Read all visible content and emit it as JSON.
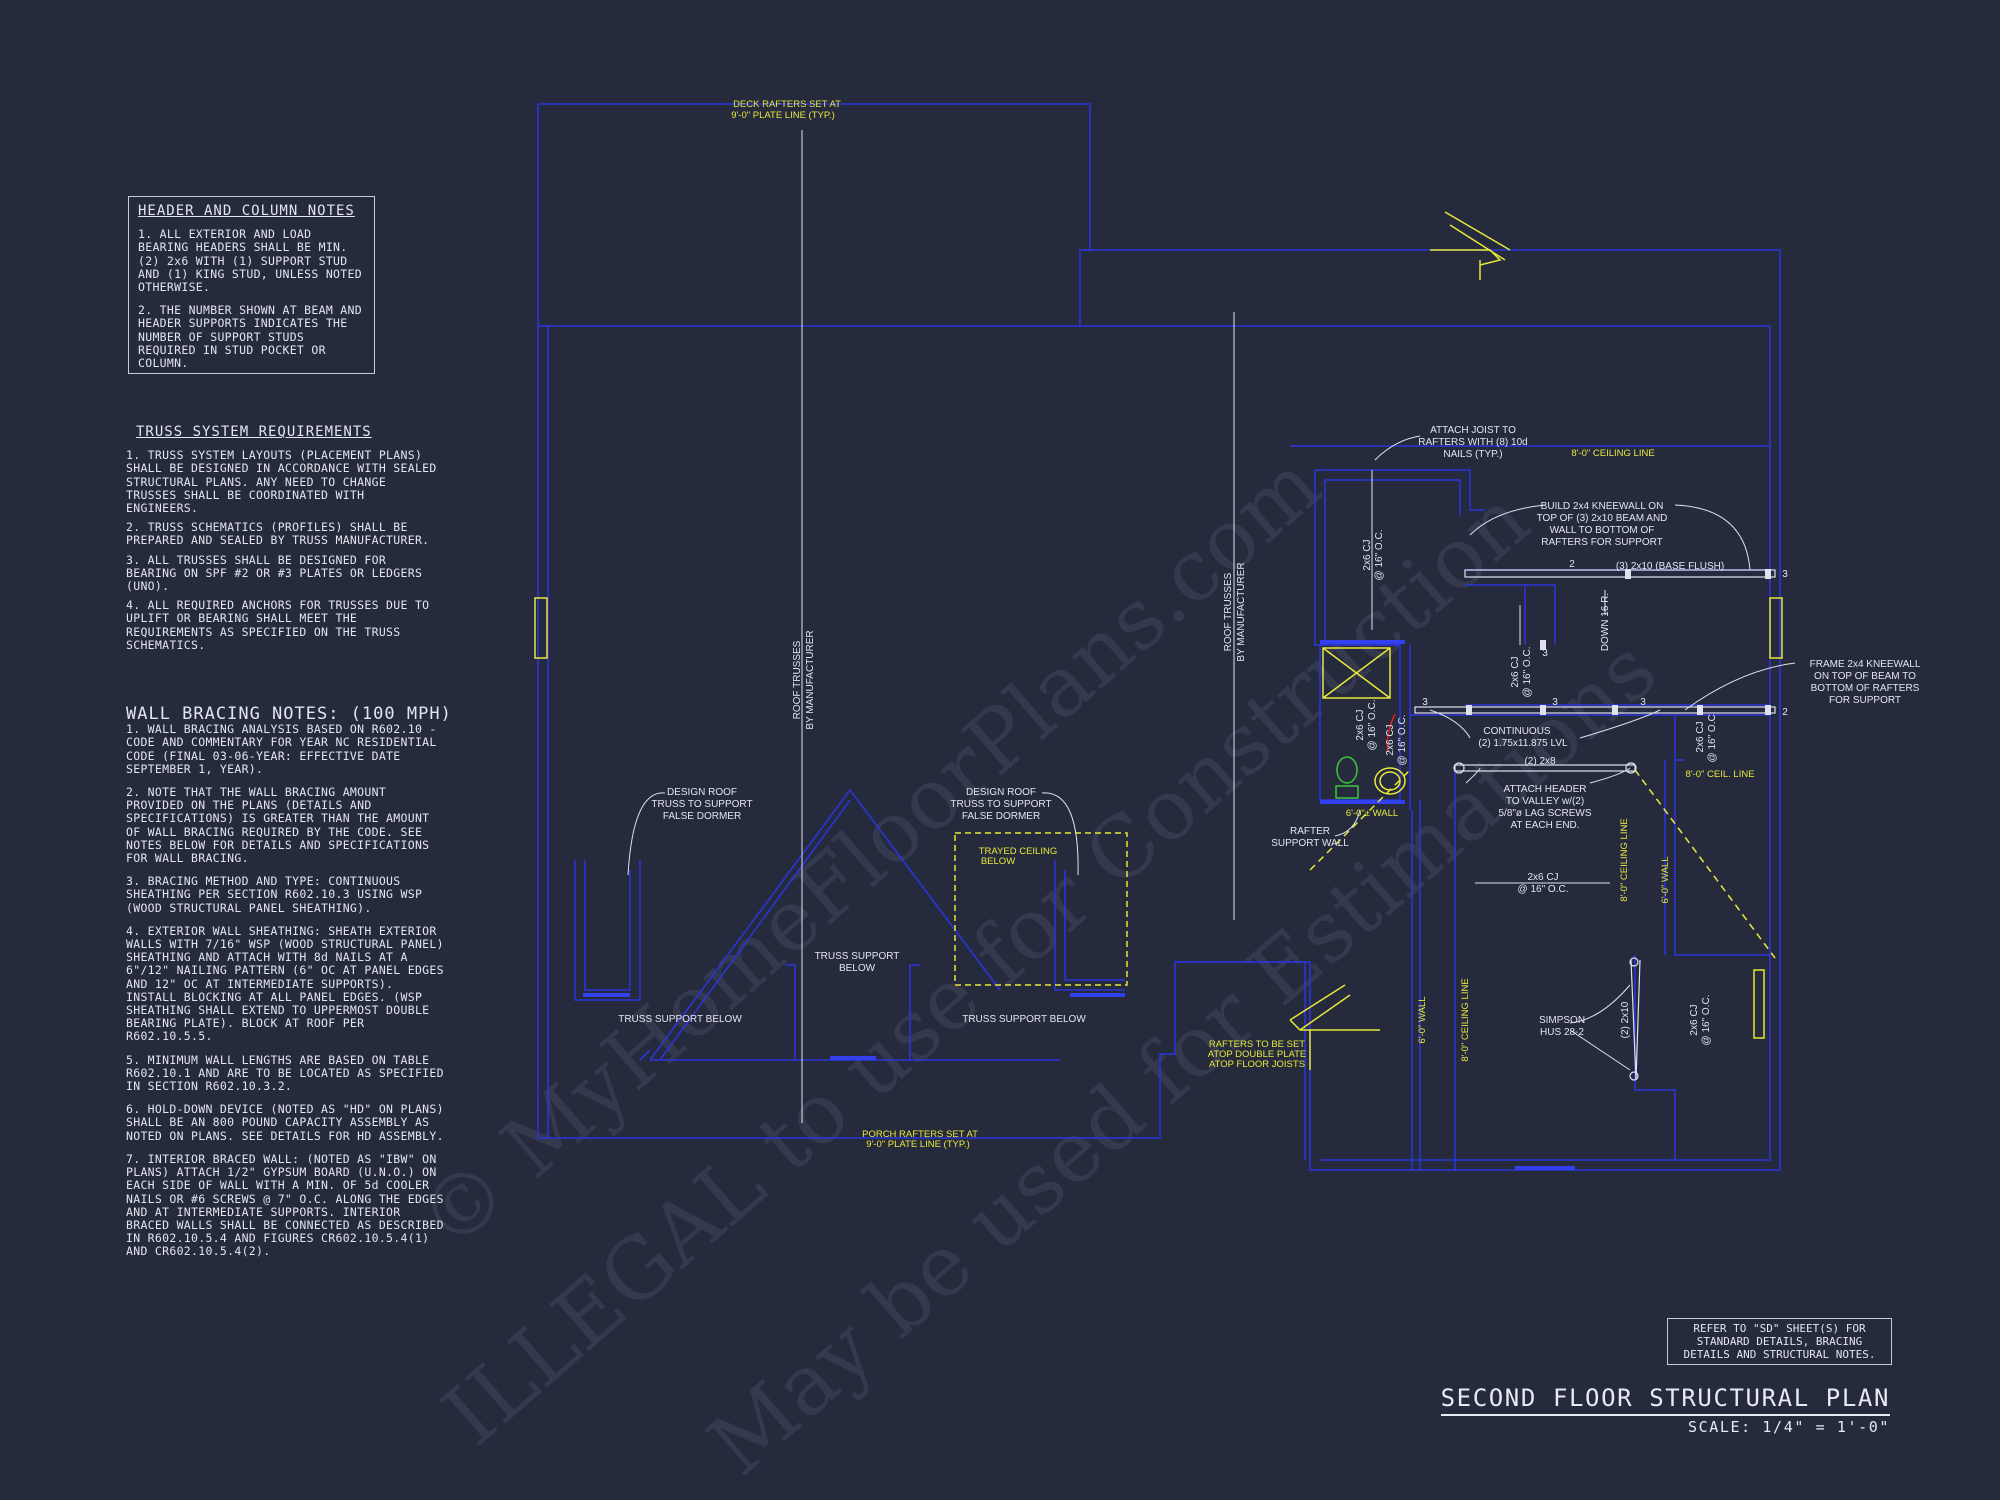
{
  "header_notes": {
    "title": "HEADER AND COLUMN NOTES",
    "items": [
      "1. ALL EXTERIOR AND LOAD BEARING HEADERS SHALL BE MIN. (2) 2x6 WITH (1) SUPPORT STUD AND (1) KING STUD, UNLESS NOTED OTHERWISE.",
      "2. THE NUMBER SHOWN AT BEAM AND HEADER SUPPORTS INDICATES THE NUMBER OF SUPPORT STUDS REQUIRED IN STUD POCKET OR COLUMN."
    ]
  },
  "truss_notes": {
    "title": "TRUSS SYSTEM REQUIREMENTS",
    "items": [
      "1. TRUSS SYSTEM LAYOUTS (PLACEMENT PLANS) SHALL BE DESIGNED IN ACCORDANCE WITH SEALED STRUCTURAL PLANS. ANY NEED TO CHANGE TRUSSES SHALL BE COORDINATED WITH ENGINEERS.",
      "2. TRUSS SCHEMATICS (PROFILES) SHALL BE PREPARED AND SEALED BY TRUSS MANUFACTURER.",
      "3. ALL TRUSSES SHALL BE DESIGNED FOR BEARING ON SPF #2 OR #3 PLATES OR LEDGERS (UNO).",
      "4. ALL REQUIRED ANCHORS FOR TRUSSES DUE TO UPLIFT OR BEARING SHALL MEET THE REQUIREMENTS AS SPECIFIED ON THE TRUSS SCHEMATICS."
    ]
  },
  "bracing_notes": {
    "title": "WALL BRACING NOTES: (100 MPH)",
    "items": [
      "1. WALL BRACING ANALYSIS BASED ON R602.10 - CODE AND COMMENTARY FOR YEAR NC RESIDENTIAL CODE (FINAL 03-06-YEAR: EFFECTIVE DATE SEPTEMBER 1, YEAR).",
      "2. NOTE THAT THE WALL BRACING AMOUNT PROVIDED ON THE PLANS (DETAILS AND SPECIFICATIONS) IS GREATER THAN THE AMOUNT OF WALL BRACING REQUIRED BY THE CODE. SEE NOTES BELOW FOR DETAILS AND SPECIFICATIONS FOR WALL BRACING.",
      "3. BRACING METHOD AND TYPE: CONTINUOUS SHEATHING PER SECTION R602.10.3 USING WSP (WOOD STRUCTURAL PANEL SHEATHING).",
      "4. EXTERIOR WALL SHEATHING: SHEATH EXTERIOR WALLS WITH 7/16\" WSP (WOOD STRUCTURAL PANEL) SHEATHING AND ATTACH WITH 8d NAILS AT A 6\"/12\" NAILING PATTERN (6\" OC AT PANEL EDGES AND 12\" OC AT INTERMEDIATE SUPPORTS). INSTALL BLOCKING AT ALL PANEL EDGES. (WSP SHEATHING SHALL EXTEND TO UPPERMOST DOUBLE BEARING PLATE). BLOCK AT ROOF PER R602.10.5.5.",
      "5. MINIMUM WALL LENGTHS ARE BASED ON TABLE R602.10.1 AND ARE TO BE LOCATED AS SPECIFIED IN SECTION R602.10.3.2.",
      "6. HOLD-DOWN DEVICE (NOTED AS \"HD\" ON PLANS) SHALL BE AN 800 POUND CAPACITY ASSEMBLY AS NOTED ON PLANS. SEE DETAILS FOR HD ASSEMBLY.",
      "7. INTERIOR BRACED WALL: (NOTED AS \"IBW\" ON PLANS) ATTACH 1/2\" GYPSUM BOARD (U.N.O.) ON EACH SIDE OF WALL WITH A MIN. OF 5d COOLER NAILS OR #6 SCREWS @ 7\" O.C. ALONG THE EDGES AND AT INTERMEDIATE SUPPORTS. INTERIOR BRACED WALLS SHALL BE CONNECTED AS DESCRIBED IN R602.10.5.4 AND FIGURES CR602.10.5.4(1) AND CR602.10.5.4(2)."
    ]
  },
  "plan_labels": {
    "deck_rafters_1": "DECK RAFTERS SET AT",
    "deck_rafters_2": "9'-0\" PLATE LINE (TYP.)",
    "porch_rafters_1": "PORCH RAFTERS SET AT",
    "porch_rafters_2": "9'-0\" PLATE LINE (TYP.)",
    "roof_trusses_1": "ROOF TRUSSES",
    "roof_trusses_2": "BY MANUFACTURER",
    "design_roof_1": "DESIGN ROOF",
    "design_roof_2": "TRUSS TO SUPPORT",
    "design_roof_3": "FALSE DORMER",
    "trayed_1": "TRAYED CEILING",
    "trayed_2": "BELOW",
    "truss_support_1": "TRUSS SUPPORT",
    "truss_support_2": "BELOW",
    "truss_support_below": "TRUSS SUPPORT BELOW",
    "attach_joist_1": "ATTACH JOIST TO",
    "attach_joist_2": "RAFTERS WITH (8) 10d",
    "attach_joist_3": "NAILS (TYP.)",
    "ceiling_line_8": "8'-0\" CEILING LINE",
    "ceil_line_8": "8'-0\" CEIL. LINE",
    "build_knee_1": "BUILD 2x4 KNEEWALL ON",
    "build_knee_2": "TOP OF (3) 2x10 BEAM AND",
    "build_knee_3": "WALL TO BOTTOM OF",
    "build_knee_4": "RAFTERS FOR SUPPORT",
    "beam_3_2x10": "(3) 2x10 (BASE FLUSH)",
    "cj_1": "2x6 CJ",
    "cj_2": "@ 16\" O.C.",
    "down_16r": "DOWN 16 R.",
    "frame_knee_1": "FRAME 2x4 KNEEWALL",
    "frame_knee_2": "ON TOP OF BEAM TO",
    "frame_knee_3": "BOTTOM OF RAFTERS",
    "frame_knee_4": "FOR SUPPORT",
    "continuous_1": "CONTINUOUS",
    "continuous_2": "(2) 1.75x11.875 LVL",
    "beam_2_2x8": "(2) 2x8",
    "attach_header_1": "ATTACH HEADER",
    "attach_header_2": "TO VALLEY w/(2)",
    "attach_header_3": "5/8\"ø LAG SCREWS",
    "attach_header_4": "AT EACH END.",
    "wall_6": "6'-0\"± WALL",
    "rafter_support_1": "RAFTER",
    "rafter_support_2": "SUPPORT WALL",
    "wall_6v": "6'-0\" WALL",
    "ceiling_8v": "8'-0\" CEILING LINE",
    "rafters_set_1": "RAFTERS TO BE SET",
    "rafters_set_2": "ATOP DOUBLE PLATE",
    "rafters_set_3": "ATOP FLOOR JOISTS",
    "simpson_1": "SIMPSON",
    "simpson_2": "HUS 28-2",
    "beam_2_2x10": "(2) 2x10",
    "stud_2": "2",
    "stud_3": "3"
  },
  "reference_note": {
    "line1": "REFER TO \"SD\" SHEET(S) FOR",
    "line2": "STANDARD DETAILS, BRACING",
    "line3": "DETAILS AND STRUCTURAL NOTES."
  },
  "title_block": {
    "title": "SECOND FLOOR STRUCTURAL PLAN",
    "scale": "SCALE: 1/4\" = 1'-0\""
  },
  "watermark": {
    "line1": "© MyHomeFloorPlans.com",
    "line2": "ILLEGAL to use for Construction",
    "line3": "May be used for Estimations"
  },
  "colors": {
    "background": "#252a3d",
    "wall_blue": "#2b35d6",
    "annotation_yellow": "#e8e83a",
    "text_white": "#e4e6ee"
  }
}
